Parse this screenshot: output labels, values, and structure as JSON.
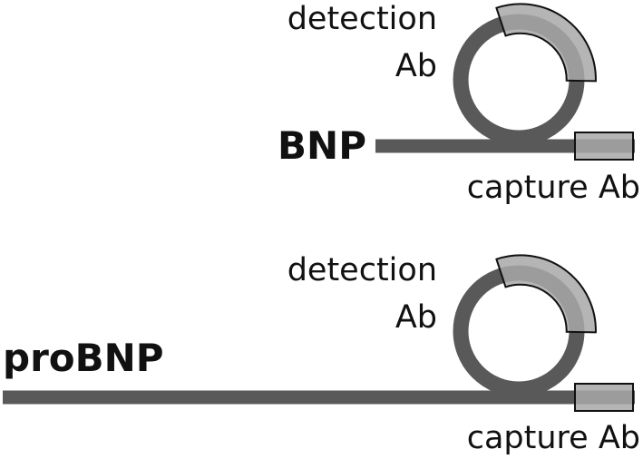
{
  "colors": {
    "strand": "#595959",
    "antibody_fill": "#a8a8a8",
    "antibody_outline": "#111111",
    "text": "#111111",
    "background": "#ffffff"
  },
  "panels": [
    {
      "molecule_label": "BNP",
      "detection_label_line1": "detection",
      "detection_label_line2": "Ab",
      "capture_label": "capture Ab"
    },
    {
      "molecule_label": "proBNP",
      "detection_label_line1": "detection",
      "detection_label_line2": "Ab",
      "capture_label": "capture Ab"
    }
  ]
}
